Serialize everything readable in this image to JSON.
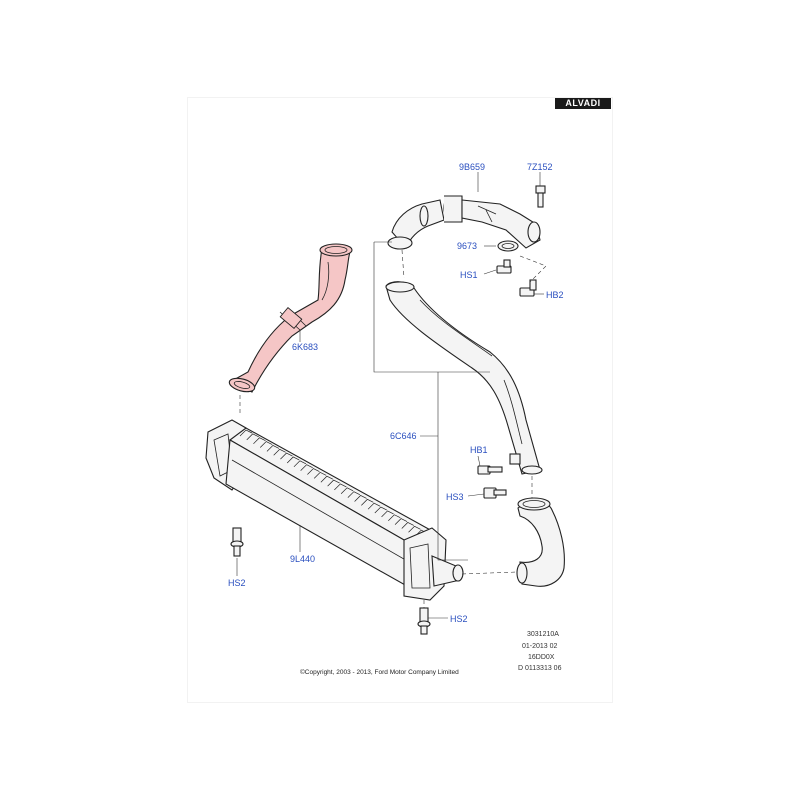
{
  "brand": {
    "label": "ALVADI",
    "bg_color": "#1a1a1a"
  },
  "colors": {
    "label": "#2a4fbf",
    "highlight": "#f5c6c6"
  },
  "parts": {
    "p_9b659": "9B659",
    "p_7z152": "7Z152",
    "p_9673": "9673",
    "p_hs1": "HS1",
    "p_hb2": "HB2",
    "p_6k683": "6K683",
    "p_6c646": "6C646",
    "p_hb1": "HB1",
    "p_hs3": "HS3",
    "p_9l440": "9L440",
    "p_hs2_left": "HS2",
    "p_hs2_bottom": "HS2"
  },
  "reference": {
    "line1": "3031210A",
    "line2": "01-2013 02",
    "line3": "16DD0X",
    "line4": "D 0113313 06"
  },
  "copyright": "©Copyright, 2003 - 2013, Ford Motor Company Limited"
}
